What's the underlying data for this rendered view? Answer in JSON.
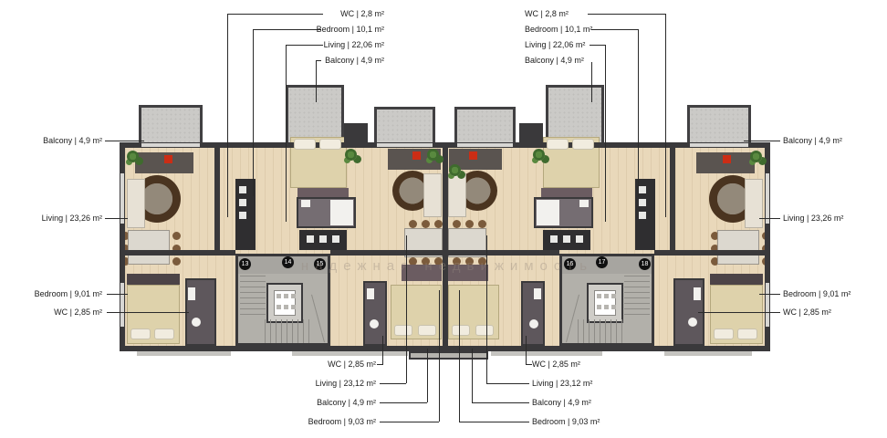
{
  "floorplan": {
    "watermark_text": "надежная недвижимость",
    "callouts": {
      "top_left": [
        "WC | 2,8 m²",
        "Bedroom | 10,1 m²",
        "Living | 22,06 m²",
        "Balcony | 4,9 m²"
      ],
      "top_right": [
        "WC | 2,8 m²",
        "Bedroom | 10,1 m²",
        "Living | 22,06 m²",
        "Balcony | 4,9 m²"
      ],
      "left": [
        "Balcony | 4,9 m²",
        "Living | 23,26 m²",
        "Bedroom | 9,01 m²",
        "WC | 2,85 m²"
      ],
      "right": [
        "Balcony | 4,9 m²",
        "Living | 23,26 m²",
        "Bedroom | 9,01 m²",
        "WC | 2,85 m²"
      ],
      "bottom_left": [
        "WC | 2,85 m²",
        "Living | 23,12 m²",
        "Balcony | 4,9 m²",
        "Bedroom | 9,03 m²"
      ],
      "bottom_right": [
        "WC | 2,85 m²",
        "Living | 23,12 m²",
        "Balcony | 4,9 m²",
        "Bedroom | 9,03 m²"
      ]
    },
    "stair_cores": {
      "left": {
        "badges": [
          "13",
          "14",
          "15"
        ]
      },
      "right": {
        "badges": [
          "16",
          "17",
          "18"
        ]
      }
    },
    "colors": {
      "wall": "#3a393b",
      "floor_wood": "#e9d8ba",
      "balcony": "#cbcac7",
      "stair_core": "#b2b0aa",
      "bathroom": "#5e575c",
      "rug": "#4a3420",
      "accent_red": "#cb2d15",
      "plant_green": "#3f6b2e",
      "leader_line": "#2a2a2a"
    }
  }
}
